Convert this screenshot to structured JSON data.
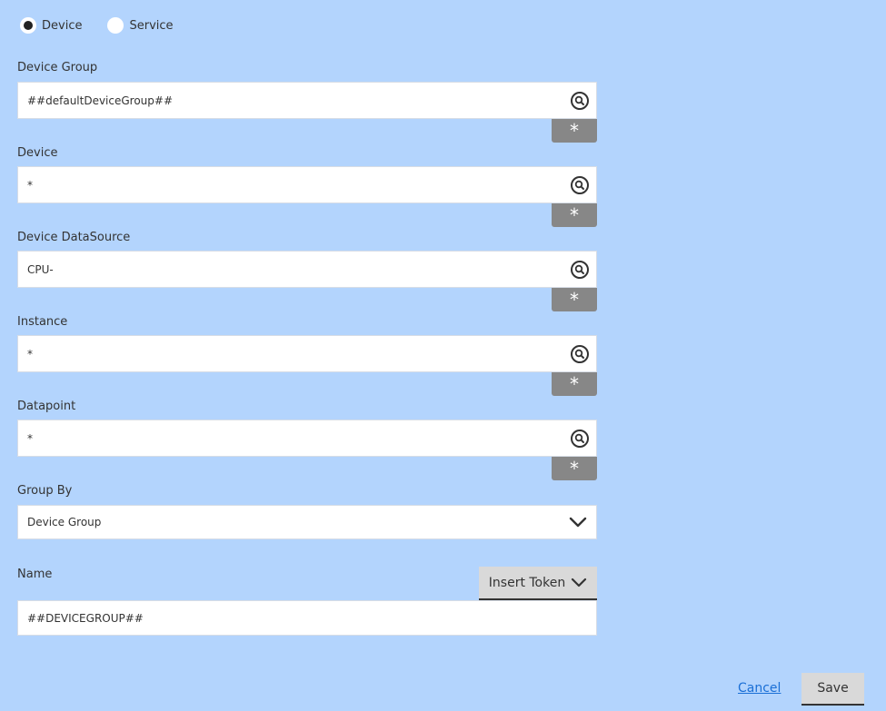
{
  "type_selector": {
    "options": [
      {
        "label": "Device",
        "checked": true
      },
      {
        "label": "Service",
        "checked": false
      }
    ]
  },
  "fields": [
    {
      "label": "Device Group",
      "value": "##defaultDeviceGroup##",
      "star": "*"
    },
    {
      "label": "Device",
      "value": "*",
      "star": "*"
    },
    {
      "label": "Device DataSource",
      "value": "CPU-",
      "star": "*"
    },
    {
      "label": "Instance",
      "value": "*",
      "star": "*"
    },
    {
      "label": "Datapoint",
      "value": "*",
      "star": "*"
    }
  ],
  "group_by": {
    "label": "Group By",
    "value": "Device Group"
  },
  "name": {
    "label": "Name",
    "value": "##DEVICEGROUP##",
    "insert_token_label": "Insert Token"
  },
  "actions": {
    "cancel_label": "Cancel",
    "save_label": "Save"
  }
}
